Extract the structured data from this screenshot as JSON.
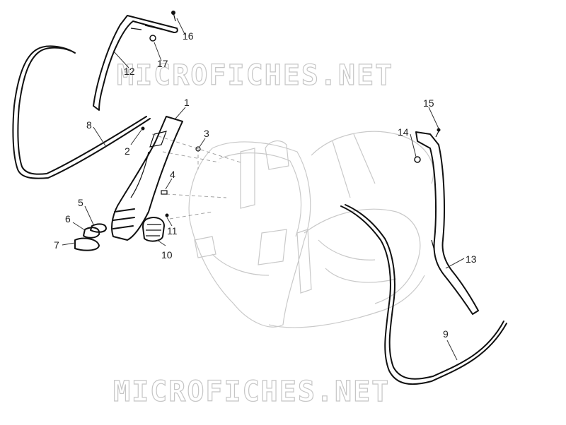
{
  "watermark_text": "MICROFICHES.NET",
  "callouts": [
    {
      "id": "1",
      "label": "1"
    },
    {
      "id": "2",
      "label": "2"
    },
    {
      "id": "3",
      "label": "3"
    },
    {
      "id": "4",
      "label": "4"
    },
    {
      "id": "5",
      "label": "5"
    },
    {
      "id": "6",
      "label": "6"
    },
    {
      "id": "7",
      "label": "7"
    },
    {
      "id": "8",
      "label": "8"
    },
    {
      "id": "9",
      "label": "9"
    },
    {
      "id": "10",
      "label": "10"
    },
    {
      "id": "11",
      "label": "11"
    },
    {
      "id": "12",
      "label": "12"
    },
    {
      "id": "13",
      "label": "13"
    },
    {
      "id": "14",
      "label": "14"
    },
    {
      "id": "15",
      "label": "15"
    },
    {
      "id": "16",
      "label": "16"
    },
    {
      "id": "17",
      "label": "17"
    }
  ]
}
